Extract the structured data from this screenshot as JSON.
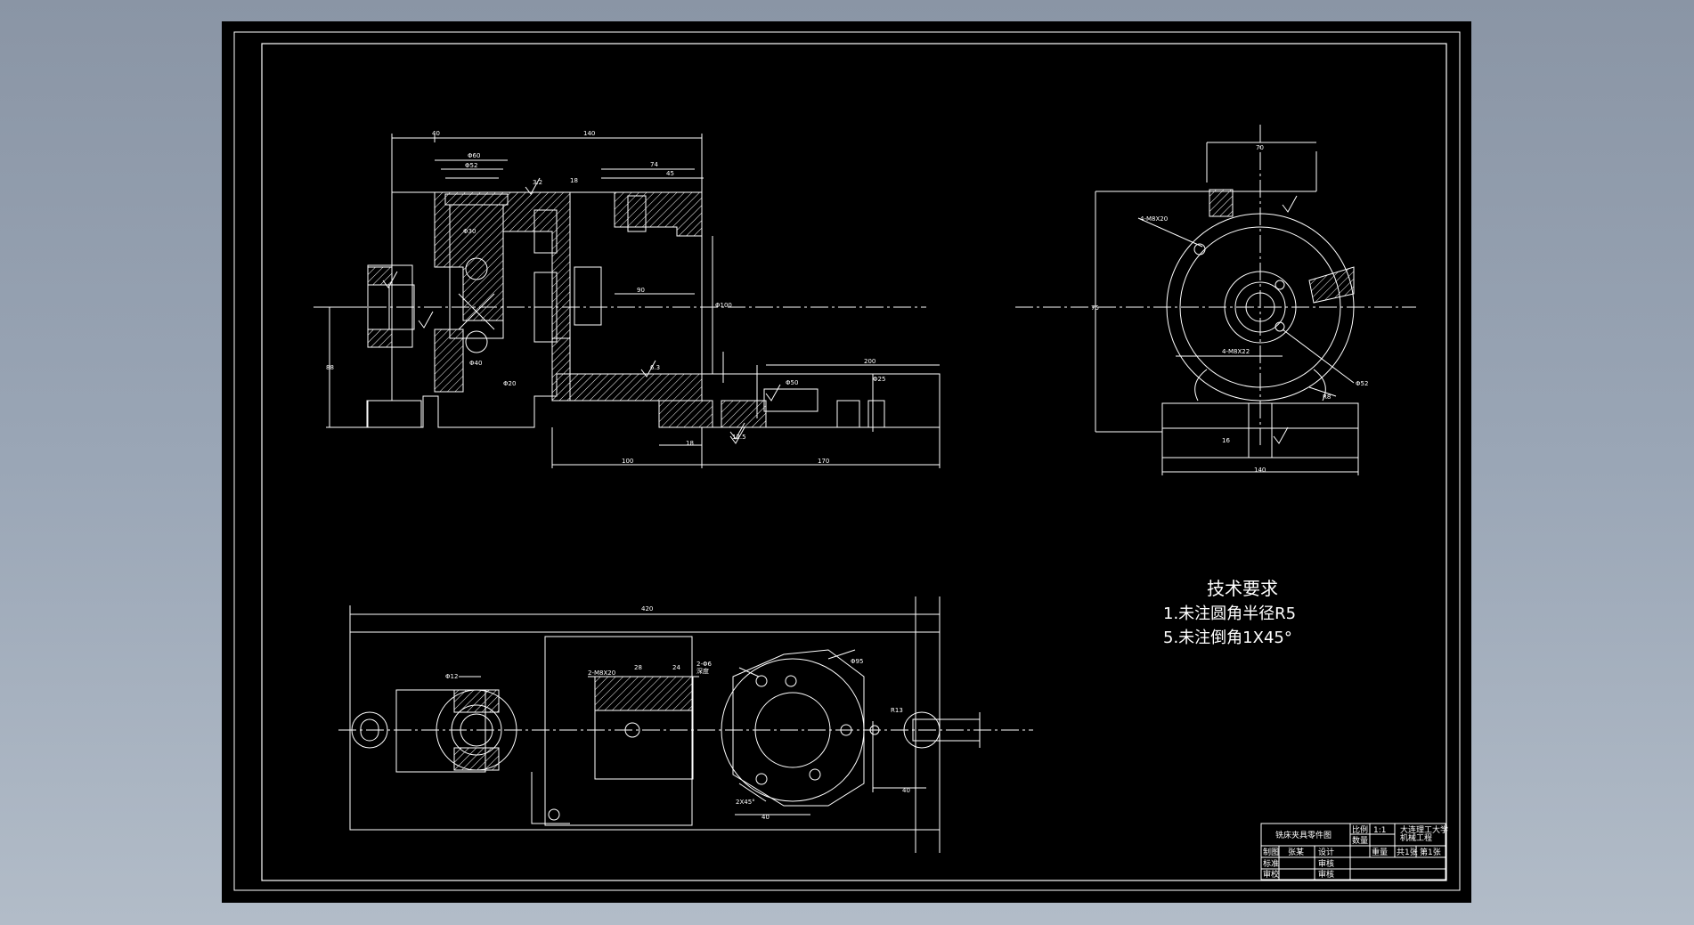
{
  "colors": {
    "background_top": "#8a95a5",
    "background_bottom": "#b2bcc8",
    "sheet": "#000000",
    "line": "#ffffff"
  },
  "technical_requirements": {
    "heading": "技术要求",
    "item1": "1.未注圆角半径R5",
    "item2": "5.未注倒角1X45°"
  },
  "title_block": {
    "drawing_name": "铣床夹具零件图",
    "scale_label": "比例",
    "scale_value": "1:1",
    "quantity_label": "数量",
    "weight_label": "重量",
    "school_line1": "大连理工大学",
    "school_line2": "机械工程",
    "sheets_total": "共1张",
    "sheet_number": "第1张",
    "drawn_label": "制图",
    "drawn_name": "张某",
    "design_label": "设计",
    "checked_label": "审核",
    "approved_label": "审核",
    "review_label": "审校",
    "standard_label": "标准"
  },
  "dimensions": {
    "front_top_left": "40",
    "front_top_right": "140",
    "front_phi60": "Φ60",
    "front_phi52": "Φ52",
    "front_45": "45",
    "front_74": "74",
    "front_18": "18",
    "front_90": "90",
    "front_100": "Φ100",
    "front_phi30": "Φ30",
    "front_phi40": "Φ40",
    "front_phi20": "Φ20",
    "front_88": "88",
    "front_100_bottom": "100",
    "front_170": "170",
    "front_200": "200",
    "front_phi50": "Φ50",
    "front_phi25": "Φ25",
    "front_b18": "18",
    "front_3_2": "3.2",
    "front_6_3": "6.3",
    "front_12_5": "12.5",
    "side_top": "70",
    "side_4m8x20": "4-M8X20",
    "side_4m8x22": "4-M8X22",
    "side_phi52": "Φ52",
    "side_r8": "R8",
    "side_140": "140",
    "side_75": "75",
    "side_bottom_hole": "16",
    "top_420": "420",
    "top_phi12": "Φ12",
    "top_28": "28",
    "top_24": "24",
    "top_2m8x20": "2-M8X20",
    "top_2phi6": "2-Φ6",
    "top_phi95": "Φ95",
    "top_r13": "R13",
    "top_40": "40",
    "top_40b": "40",
    "top_2x45": "2X45°",
    "top_depth": "深度"
  }
}
